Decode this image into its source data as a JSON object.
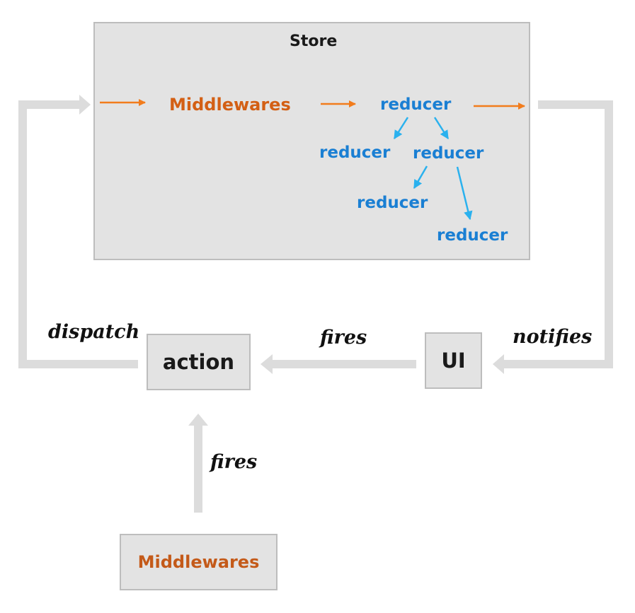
{
  "store": {
    "title": "Store",
    "middleware_label": "Middlewares",
    "reducers": [
      "reducer",
      "reducer",
      "reducer",
      "reducer",
      "reducer"
    ]
  },
  "nodes": {
    "action": "action",
    "ui": "UI",
    "middlewares": "Middlewares"
  },
  "edges": {
    "dispatch": "dispatch",
    "fires_ui_to_action": "fires",
    "notifies": "notifies",
    "fires_middleware_to_action": "fires"
  },
  "colors": {
    "box_fill": "#e3e3e3",
    "box_border": "#bdbdbd",
    "middleware_text": "#d35f14",
    "reducer_text": "#1a7fd3",
    "orange_arrow": "#f27c1c",
    "blue_arrow": "#2ab1ee",
    "flow_arrow": "#dcdcdc"
  }
}
